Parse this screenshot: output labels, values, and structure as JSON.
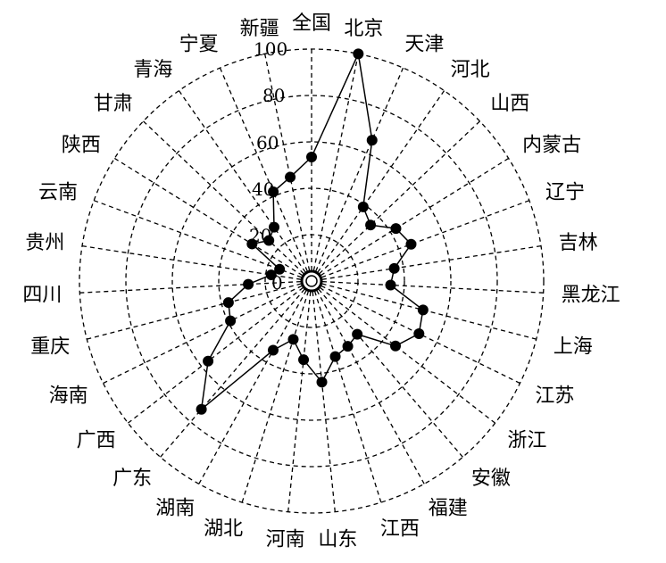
{
  "chart_data": {
    "type": "radar",
    "title": "",
    "categories": [
      "全国",
      "北京",
      "天津",
      "河北",
      "山西",
      "内蒙古",
      "辽宁",
      "吉林",
      "黑龙江",
      "上海",
      "江苏",
      "浙江",
      "安徽",
      "福建",
      "江西",
      "山东",
      "河南",
      "湖北",
      "湖南",
      "广东",
      "广西",
      "海南",
      "重庆",
      "四川",
      "贵州",
      "云南",
      "陕西",
      "甘肃",
      "青海",
      "宁夏",
      "新疆"
    ],
    "radial_ticks": [
      0,
      20,
      40,
      60,
      80,
      100
    ],
    "rlim": [
      0,
      100
    ],
    "grid": true,
    "series": [
      {
        "values": [
          52,
          100,
          65,
          37,
          33,
          41,
          44,
          34,
          32,
          48,
          50,
          44,
          28,
          30,
          32,
          42,
          32,
          24,
          32,
          72,
          55,
          37,
          35,
          25,
          15,
          12,
          28,
          23,
          26,
          40,
          44
        ]
      }
    ]
  }
}
